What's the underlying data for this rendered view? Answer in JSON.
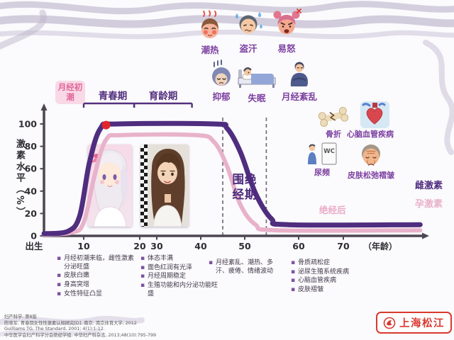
{
  "top_symptoms": [
    {
      "label": "潮热"
    },
    {
      "label": "盗汗"
    },
    {
      "label": "易怒"
    },
    {
      "label": "抑郁"
    },
    {
      "label": "失眠"
    },
    {
      "label": "月经紊乱"
    }
  ],
  "complications": [
    {
      "label": "骨折"
    },
    {
      "label": "心脑血管疾病"
    },
    {
      "label": "尿频",
      "sign": "WC"
    },
    {
      "label": "皮肤松弛褶皱"
    }
  ],
  "chart_data": {
    "type": "line",
    "ylabel": "激素水平（%）",
    "xlabel": "（年龄）",
    "ylim": [
      0,
      100
    ],
    "y_ticks": [
      100,
      80,
      60,
      40,
      20,
      0
    ],
    "x_ticks": [
      "出生",
      "10",
      "20",
      "30",
      "40",
      "50",
      "60",
      "70"
    ],
    "grid": false,
    "legend_position": "right",
    "series": [
      {
        "name": "雌激素",
        "color": "#4f2d7f",
        "points": [
          [
            0,
            2
          ],
          [
            6,
            4
          ],
          [
            9,
            18
          ],
          [
            11,
            65
          ],
          [
            13,
            96
          ],
          [
            16,
            100
          ],
          [
            43,
            100
          ],
          [
            46,
            96
          ],
          [
            49,
            75
          ],
          [
            52,
            38
          ],
          [
            55,
            15
          ],
          [
            58,
            10
          ],
          [
            84,
            10
          ]
        ]
      },
      {
        "name": "孕激素",
        "color": "#e8b2ca",
        "points": [
          [
            0,
            1
          ],
          [
            7,
            3
          ],
          [
            10,
            12
          ],
          [
            12,
            55
          ],
          [
            14,
            86
          ],
          [
            17,
            90
          ],
          [
            39,
            90
          ],
          [
            43,
            84
          ],
          [
            46,
            62
          ],
          [
            49,
            28
          ],
          [
            52,
            10
          ],
          [
            56,
            5
          ],
          [
            84,
            5
          ]
        ]
      }
    ],
    "annotations": {
      "menarche": {
        "label": "月经初潮",
        "age": 14,
        "value": 99
      },
      "puberty": {
        "label": "青春期",
        "age_range": [
          10,
          19
        ]
      },
      "reproductive": {
        "label": "育龄期",
        "age_range": [
          19,
          38
        ]
      },
      "perimenopause": {
        "label": "围绝经期",
        "age_range": [
          45,
          54
        ]
      },
      "postmenopause": {
        "label": "绝经后"
      }
    }
  },
  "notes": [
    {
      "items": [
        "月经初潮来临，雌性激素分泌旺盛",
        "皮肤白嫩",
        "身高突增",
        "女性特征凸显"
      ]
    },
    {
      "items": [
        "体态丰满",
        "面色红润有光泽",
        "月经周期稳定",
        "生殖功能和内分泌功能旺盛"
      ]
    },
    {
      "items": [
        "月经紊乱、潮热、多汗、疲倦、情绪波动"
      ]
    },
    {
      "items": [
        "骨质疏松症",
        "泌尿生殖系统疾病",
        "心脑血管疾病",
        "皮肤褶皱"
      ]
    }
  ],
  "citations": [
    "妇产科学. 第8版",
    "陈晓军. 青春期女性性激素认知研究[D]. 南京: 南京体育大学, 2012",
    "Guilliams TG. The Standard, 2001; 4(1):1-12.",
    "中华医学会妇产科学分会绝经学组. 中华妇产科杂志, 2013;48(10):795-799"
  ],
  "stamp": {
    "text": "上海松江"
  }
}
